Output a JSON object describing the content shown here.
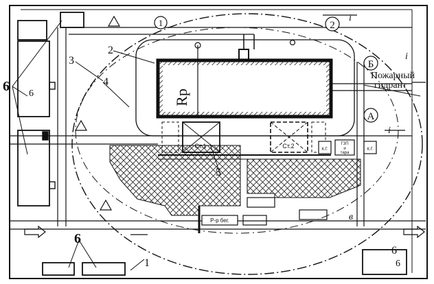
{
  "diagram": {
    "labels": {
      "n1": "1",
      "n2": "2",
      "n3": "3",
      "n4": "4",
      "n5": "5",
      "n6": "6",
      "circle1": "1",
      "circle2": "2",
      "pointA": "A",
      "pointB": "Б",
      "radius": "Rр",
      "hydrant_line1": "Пожарный",
      "hydrant_line2": "гидрант",
      "slope": "i",
      "letter_v": "в",
      "station1": "Ст.1",
      "station2": "Ст.2",
      "kg1": "К.Г.",
      "kg2": "К.Г.",
      "gsm_line1": "ГЗП",
      "gsm_line2": "и",
      "gsm_line3": "тара",
      "reservoir": "Р-р бег."
    }
  }
}
